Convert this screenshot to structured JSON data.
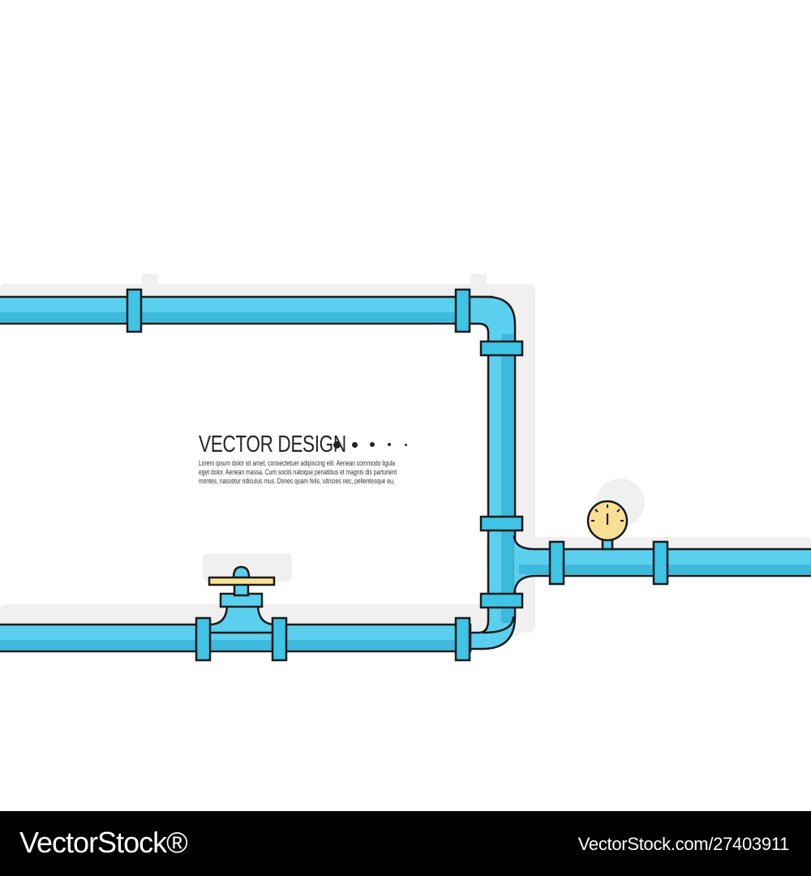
{
  "headline": "VECTOR DESIGN",
  "body_lines": [
    "Lorem ipsum dolor sit amet, consectetuer adipiscing elit. Aenean commodo ligula",
    "eget dolor. Aenean massa. Cum sociis natoque penatibus et magnis dis parturient",
    "montes, nascetur ridiculus mus. Donec quam felis, ultricies nec, pellentesque eu,"
  ],
  "colors": {
    "pipe_light": "#5ad0ee",
    "pipe_dark": "#3db9dc",
    "outline": "#1a1a1a",
    "shadow": "#f0f0f0",
    "gauge": "#f9df94",
    "handle": "#f7e394",
    "text": "#262626"
  },
  "icons": [
    "pipe-flange-icon",
    "valve-wheel-icon",
    "pressure-gauge-icon",
    "bullet-dot-icon"
  ],
  "footer": {
    "brand": "VectorStock®",
    "image_id": "VectorStock.com/27403911"
  }
}
